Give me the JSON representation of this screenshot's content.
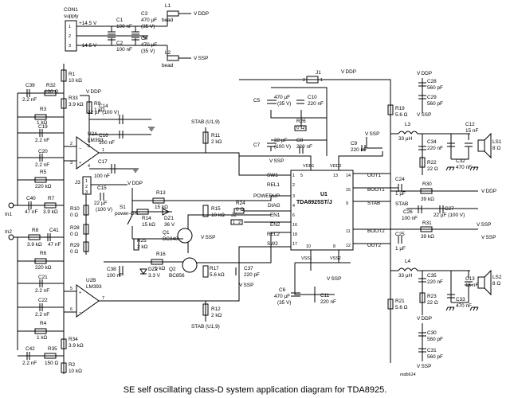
{
  "caption": "SE self oscillating class-D system application diagram for TDA8925.",
  "drawing_code": "mdb614",
  "connector": {
    "ref": "CON1",
    "name": "supply",
    "pins": [
      "1",
      "2",
      "3"
    ],
    "plus": "+14.5 V",
    "minus": "−14.5 V"
  },
  "ic": {
    "ref": "U1",
    "part": "TDA8925ST/J",
    "pins": {
      "sw1": "SW1",
      "rel1": "REL1",
      "powerup": "POWERUP",
      "diag": "DIAG",
      "en1": "EN1",
      "en2": "EN2",
      "rel2": "REL2",
      "sw2": "SW2",
      "out1": "OUT1",
      "boot1": "BOOT1",
      "stab": "STAB",
      "boot2": "BOOT2",
      "out2": "OUT2",
      "vdd1": "VDD1",
      "vdd2": "VDD2",
      "vss1": "VSS1",
      "vss2": "VSS2"
    },
    "pin_numbers": {
      "sw1": "1",
      "rel1": "2",
      "powerup": "3",
      "diag": "4",
      "en1": "6",
      "en2": "16",
      "rel2": "18",
      "sw2": "17",
      "out1": "14",
      "boot1": "15",
      "stab": "9",
      "boot2": "11",
      "out2": "12",
      "vdd1": "5",
      "vdd2": "13",
      "vss1": "10",
      "vss2": "8",
      "top_left": "5",
      "top_right": "13",
      "bottom_left": "10",
      "bottom_right": "8"
    }
  },
  "opamps": [
    {
      "ref": "U2A",
      "part": "LM393",
      "pins": [
        "2",
        "3",
        "8",
        "4",
        "1"
      ]
    },
    {
      "ref": "U2B",
      "part": "LM393",
      "pins": [
        "5",
        "6",
        "7"
      ]
    }
  ],
  "rails": {
    "vddp": "V DDP",
    "vssp": "V SSP",
    "stab_top": "STAB (U1,9)",
    "stab_bottom": "STAB (U1,9)",
    "stab_label": "STAB",
    "powerup_label": "power-ON",
    "switch": "S1"
  },
  "jumpers": [
    {
      "ref": "J1",
      "pins": [
        "1",
        "2"
      ]
    },
    {
      "ref": "J2",
      "pins": [
        "1",
        "2"
      ]
    },
    {
      "ref": "J3",
      "pins": [
        "1",
        "2",
        "3"
      ]
    }
  ],
  "inputs": [
    {
      "ref": "In1"
    },
    {
      "ref": "In2"
    }
  ],
  "speakers": [
    {
      "ref": "LS1",
      "value": "8 Ω"
    },
    {
      "ref": "LS2",
      "value": "8 Ω"
    }
  ],
  "supply_parts": [
    {
      "ref": "C1",
      "value": "100 nF"
    },
    {
      "ref": "C2",
      "value": "100 nF"
    },
    {
      "ref": "C3",
      "value": "470 µF",
      "rating": "(35 V)"
    },
    {
      "ref": "C4",
      "value": "470 µF",
      "rating": "(35 V)"
    },
    {
      "ref": "L1",
      "value": "bead"
    },
    {
      "ref": "L2",
      "value": "bead"
    }
  ],
  "input_parts": [
    {
      "ref": "R1",
      "value": "10 kΩ"
    },
    {
      "ref": "C39",
      "value": "2.2 nF"
    },
    {
      "ref": "R32",
      "value": "100 Ω"
    },
    {
      "ref": "R33",
      "value": "3.9 kΩ"
    },
    {
      "ref": "R3",
      "value": "1 kΩ"
    },
    {
      "ref": "C19",
      "value": "2.2 nF"
    },
    {
      "ref": "C20",
      "value": "2.2 nF"
    },
    {
      "ref": "R5",
      "value": "220 kΩ"
    },
    {
      "ref": "C40",
      "value": "47 nF"
    },
    {
      "ref": "R7",
      "value": "3.9 kΩ"
    },
    {
      "ref": "R9",
      "value": "1 kΩ"
    },
    {
      "ref": "C14",
      "value": "22 µF (100 V)"
    },
    {
      "ref": "C16",
      "value": "100 nF"
    },
    {
      "ref": "C17",
      "value": "100 nF"
    },
    {
      "ref": "C15",
      "value": "22 µF",
      "rating": "(100 V)"
    },
    {
      "ref": "R10",
      "value": "0 Ω"
    },
    {
      "ref": "R28",
      "value": "0 Ω"
    },
    {
      "ref": "R29",
      "value": "0 Ω"
    },
    {
      "ref": "R8",
      "value": "3.9 kΩ"
    },
    {
      "ref": "C41",
      "value": "47 nF"
    },
    {
      "ref": "R6",
      "value": "220 kΩ"
    },
    {
      "ref": "C21",
      "value": "2.2 nF"
    },
    {
      "ref": "C22",
      "value": "2.2 nF"
    },
    {
      "ref": "R4",
      "value": "1 kΩ"
    },
    {
      "ref": "R34",
      "value": "3.9 kΩ"
    },
    {
      "ref": "C42",
      "value": "2.2 nF"
    },
    {
      "ref": "R35",
      "value": "150 Ω"
    },
    {
      "ref": "R2",
      "value": "10 kΩ"
    }
  ],
  "control_parts": [
    {
      "ref": "R11",
      "value": "2 kΩ"
    },
    {
      "ref": "R12",
      "value": "2 kΩ"
    },
    {
      "ref": "R13",
      "value": "15 kΩ"
    },
    {
      "ref": "R14",
      "value": "15 kΩ"
    },
    {
      "ref": "DZ1",
      "value": "36 V"
    },
    {
      "ref": "Q1",
      "value": "BC848"
    },
    {
      "ref": "R15",
      "value": "10 kΩ"
    },
    {
      "ref": "R24",
      "value": "0 Ω"
    },
    {
      "ref": "R25",
      "value": "2 kΩ"
    },
    {
      "ref": "R16",
      "value": "1 kΩ"
    },
    {
      "ref": "C38",
      "value": "100 nF"
    },
    {
      "ref": "DZ2",
      "value": "3.3 V"
    },
    {
      "ref": "Q2",
      "value": "BC856"
    },
    {
      "ref": "R17",
      "value": "5.6 kΩ"
    },
    {
      "ref": "C37",
      "value": "220 pF"
    }
  ],
  "ic_support_parts": [
    {
      "ref": "C5",
      "value": "470 µF",
      "rating": "(35 V)"
    },
    {
      "ref": "C10",
      "value": "220 nF"
    },
    {
      "ref": "R26",
      "value": "0 Ω"
    },
    {
      "ref": "C7",
      "value": "22 µF",
      "rating": "(100 V)"
    },
    {
      "ref": "C8",
      "value": "220 nF"
    },
    {
      "ref": "C9",
      "value": "220 nF"
    },
    {
      "ref": "C6",
      "value": "470 µF",
      "rating": "(35 V)"
    },
    {
      "ref": "C11",
      "value": "220 nF"
    }
  ],
  "output_parts": [
    {
      "ref": "C28",
      "value": "560 pF"
    },
    {
      "ref": "C29",
      "value": "560 pF"
    },
    {
      "ref": "R19",
      "value": "5.6 Ω"
    },
    {
      "ref": "L3",
      "value": "33 µH"
    },
    {
      "ref": "C34",
      "value": "220 nF"
    },
    {
      "ref": "C12",
      "value": "15 nF"
    },
    {
      "ref": "R22",
      "value": "22 Ω"
    },
    {
      "ref": "C32",
      "value": "470 nF"
    },
    {
      "ref": "C24",
      "value": "1 µF"
    },
    {
      "ref": "R30",
      "value": "39 kΩ"
    },
    {
      "ref": "C26",
      "value": "100 nF"
    },
    {
      "ref": "C27",
      "value": "22 µF (100 V)"
    },
    {
      "ref": "C25",
      "value": "1 µF"
    },
    {
      "ref": "R31",
      "value": "39 kΩ"
    },
    {
      "ref": "L4",
      "value": "33 µH"
    },
    {
      "ref": "C35",
      "value": "220 nF"
    },
    {
      "ref": "C13",
      "value": "15 nF"
    },
    {
      "ref": "R23",
      "value": "22 Ω"
    },
    {
      "ref": "C33",
      "value": "470 nF"
    },
    {
      "ref": "R21",
      "value": "5.6 Ω"
    },
    {
      "ref": "C30",
      "value": "560 pF"
    },
    {
      "ref": "C31",
      "value": "560 pF"
    }
  ]
}
